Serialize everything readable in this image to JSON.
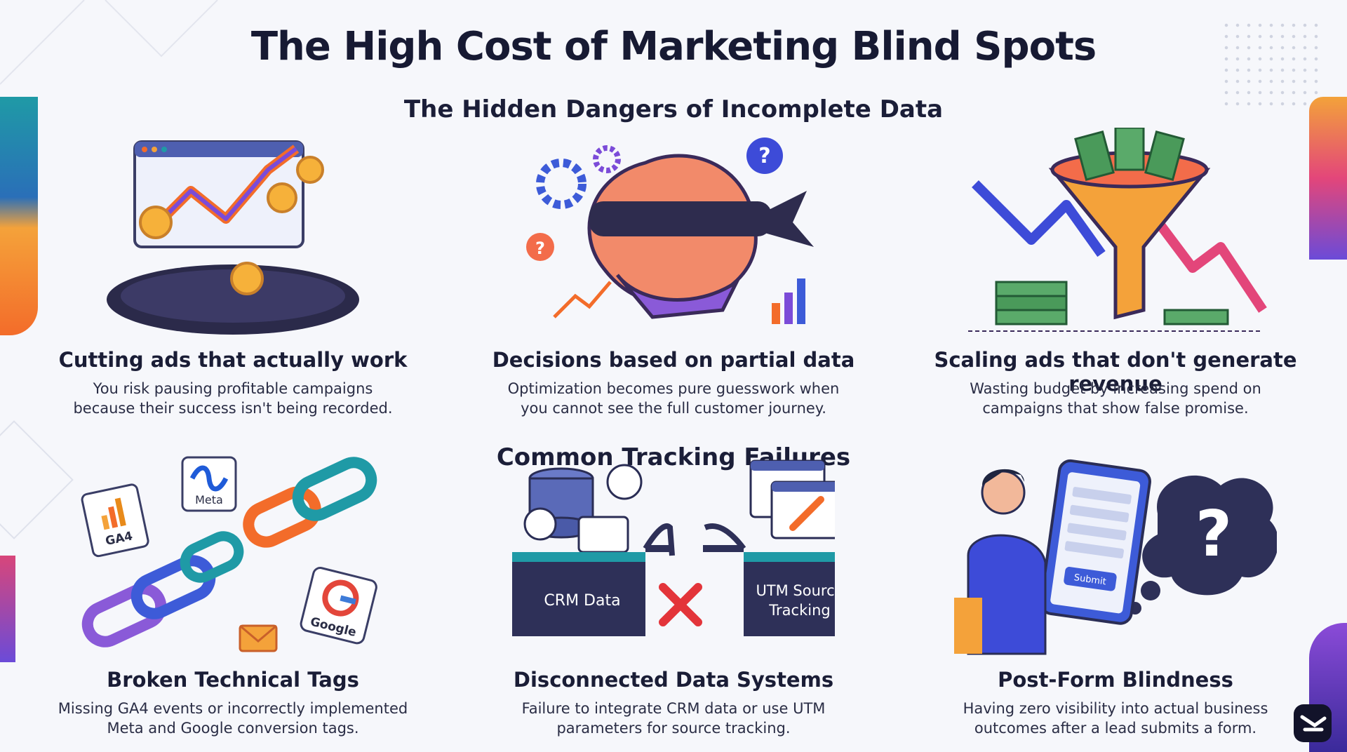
{
  "title": "The High Cost of Marketing Blind Spots",
  "section_dangers": "The Hidden Dangers of Incomplete Data",
  "section_failures": "Common Tracking Failures",
  "dangers": [
    {
      "heading": "Cutting ads that actually work",
      "text": "You risk pausing profitable campaigns\nbecause their success isn't being recorded.",
      "icon": "falling-chart-coins-icon"
    },
    {
      "heading": "Decisions based on partial data",
      "text": "Optimization becomes pure guesswork when\nyou cannot see the full customer journey.",
      "icon": "blindfolded-brain-icon"
    },
    {
      "heading": "Scaling ads that don't generate revenue",
      "text": "Wasting budget by increasing spend on\ncampaigns that show false promise.",
      "icon": "money-funnel-icon"
    }
  ],
  "failures": [
    {
      "heading": "Broken Technical Tags",
      "text": "Missing GA4 events or incorrectly implemented\nMeta and Google conversion tags.",
      "icon": "broken-chain-icon",
      "labels": {
        "ga4": "GA4",
        "meta": "Meta",
        "google": "Google"
      }
    },
    {
      "heading": "Disconnected Data Systems",
      "text": "Failure to integrate CRM data or use UTM\nparameters for source tracking.",
      "icon": "broken-bridge-icon",
      "labels": {
        "crm": "CRM Data",
        "utm_1": "UTM Source",
        "utm_2": "Tracking"
      }
    },
    {
      "heading": "Post-Form Blindness",
      "text": "Having zero visibility into actual business\noutcomes after a lead submits a form.",
      "icon": "form-submit-question-icon",
      "labels": {
        "submit": "Submit"
      }
    }
  ],
  "colors": {
    "title": "#171a33",
    "background": "#f6f7fb",
    "accent_teal": "#1f9aa6",
    "accent_orange": "#f36c2a",
    "accent_purple": "#6b4bd8",
    "accent_pink": "#e3467a"
  }
}
